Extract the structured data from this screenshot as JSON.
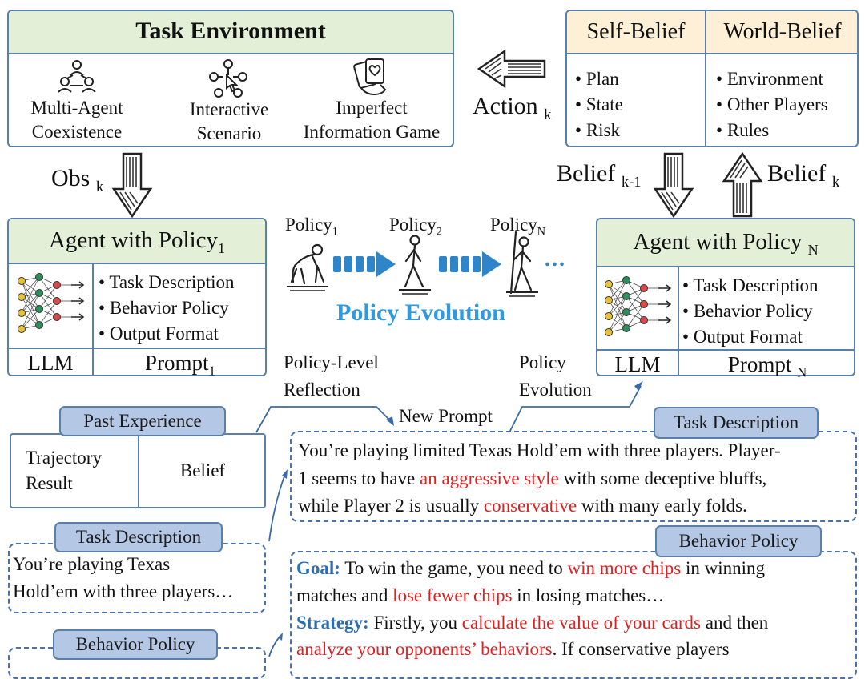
{
  "task_env": {
    "title": "Task Environment",
    "items": [
      {
        "icon": "multi-agent-icon",
        "line1": "Multi-Agent",
        "line2": "Coexistence"
      },
      {
        "icon": "interactive-icon",
        "line1": "Interactive",
        "line2": "Scenario"
      },
      {
        "icon": "cards-icon",
        "line1": "Imperfect",
        "line2": "Information Game"
      }
    ]
  },
  "belief": {
    "self_title": "Self-Belief",
    "world_title": "World-Belief",
    "self_items": [
      "Plan",
      "State",
      "Risk"
    ],
    "world_items": [
      "Environment",
      "Other Players",
      "Rules"
    ]
  },
  "action": {
    "label": "Action",
    "sub": "k"
  },
  "obs": {
    "label": "Obs",
    "sub": "k"
  },
  "belief_prev": {
    "label": "Belief",
    "sub": "k-1"
  },
  "belief_cur": {
    "label": "Belief",
    "sub": "k"
  },
  "agent1": {
    "title": "Agent with Policy",
    "title_sub": "1",
    "items": [
      "Task Description",
      "Behavior Policy",
      "Output Format"
    ],
    "llm": "LLM",
    "prompt": "Prompt",
    "prompt_sub": "1"
  },
  "agentN": {
    "title": "Agent with Policy",
    "title_sub": "N",
    "items": [
      "Task Description",
      "Behavior Policy",
      "Output Format"
    ],
    "llm": "LLM",
    "prompt": "Prompt",
    "prompt_sub": "N"
  },
  "evolution": {
    "policy1": "Policy",
    "policy1_sub": "1",
    "policy2": "Policy",
    "policy2_sub": "2",
    "policyN": "Policy",
    "policyN_sub": "N",
    "ellipsis": "...",
    "caption": "Policy Evolution"
  },
  "reflection": {
    "line1": "Policy-Level",
    "line2": "Reflection"
  },
  "policy_evo": {
    "line1": "Policy",
    "line2": "Evolution"
  },
  "new_prompt": "New Prompt",
  "past": {
    "tag": "Past Experience",
    "left1": "Trajectory",
    "left2": "Result",
    "right": "Belief"
  },
  "task_small": {
    "tag": "Task Description",
    "line1": "You’re playing Texas",
    "line2": "Hold’em with three players…"
  },
  "behavior_small": {
    "tag": "Behavior Policy"
  },
  "task_big": {
    "tag": "Task Description",
    "l1": "You’re playing limited Texas Hold’em with three players. Player-",
    "l2a": "1 seems to have ",
    "l2r": "an aggressive style",
    "l2b": " with some deceptive bluffs,",
    "l3a": "while Player 2 is usually ",
    "l3r": "conservative",
    "l3b": " with many early folds."
  },
  "behavior_big": {
    "tag": "Behavior Policy",
    "goal": "Goal:",
    "g1a": " To win the game, you need to ",
    "g1r": "win more chips",
    "g1b": " in winning",
    "g2a": "matches and ",
    "g2r": "lose fewer chips",
    "g2b": " in losing matches…",
    "strategy": "Strategy:",
    "s1a": " Firstly, you ",
    "s1r": "calculate the value of your cards",
    "s1b": " and then",
    "s2r": "analyze your opponents’ behaviors",
    "s2b": ". If conservative players"
  }
}
